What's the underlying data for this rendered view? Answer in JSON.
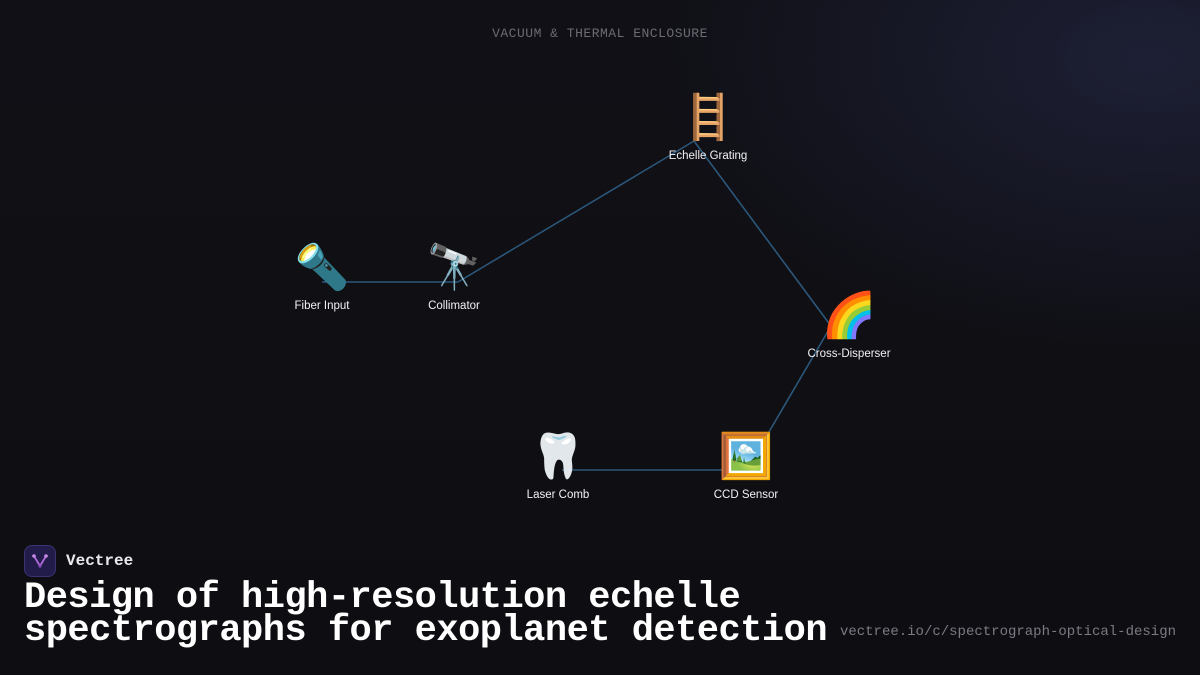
{
  "diagram": {
    "region_title": "VACUUM & THERMAL ENCLOSURE",
    "edge_color": "#2f5f86",
    "nodes": [
      {
        "id": "fiber",
        "label": "Fiber Input",
        "icon": "flashlight-icon",
        "glyph": "🔦"
      },
      {
        "id": "collimator",
        "label": "Collimator",
        "icon": "telescope-icon",
        "glyph": "🔭"
      },
      {
        "id": "echelle",
        "label": "Echelle Grating",
        "icon": "ladder-icon",
        "glyph": "🪜"
      },
      {
        "id": "cross",
        "label": "Cross-Disperser",
        "icon": "rainbow-icon",
        "glyph": "🌈"
      },
      {
        "id": "ccd",
        "label": "CCD Sensor",
        "icon": "framed-picture-icon",
        "glyph": "🖼️"
      },
      {
        "id": "comb",
        "label": "Laser Comb",
        "icon": "tooth-icon",
        "glyph": "🦷"
      }
    ],
    "edges": [
      {
        "from": "fiber",
        "to": "collimator"
      },
      {
        "from": "collimator",
        "to": "echelle"
      },
      {
        "from": "echelle",
        "to": "cross"
      },
      {
        "from": "cross",
        "to": "ccd"
      },
      {
        "from": "comb",
        "to": "ccd"
      }
    ]
  },
  "footer": {
    "brand_name": "Vectree",
    "brand_icon": "vectree-logo-icon",
    "title": "Design of high-resolution echelle spectrographs for exoplanet detection",
    "url": "vectree.io/c/spectrograph-optical-design"
  }
}
